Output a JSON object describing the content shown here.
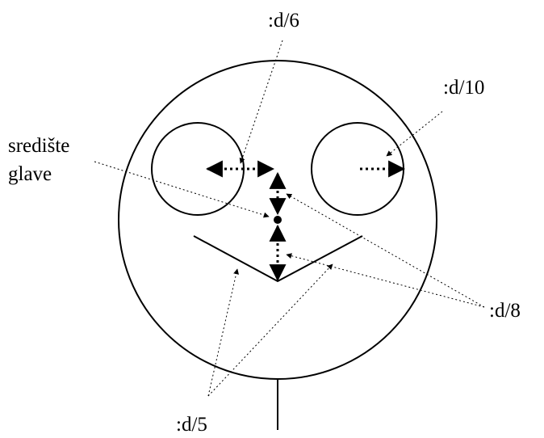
{
  "labels": {
    "d6": ":d/6",
    "d10": ":d/10",
    "center_line1": "središte",
    "center_line2": "glave",
    "d8": ":d/8",
    "d5": ":d/5"
  }
}
